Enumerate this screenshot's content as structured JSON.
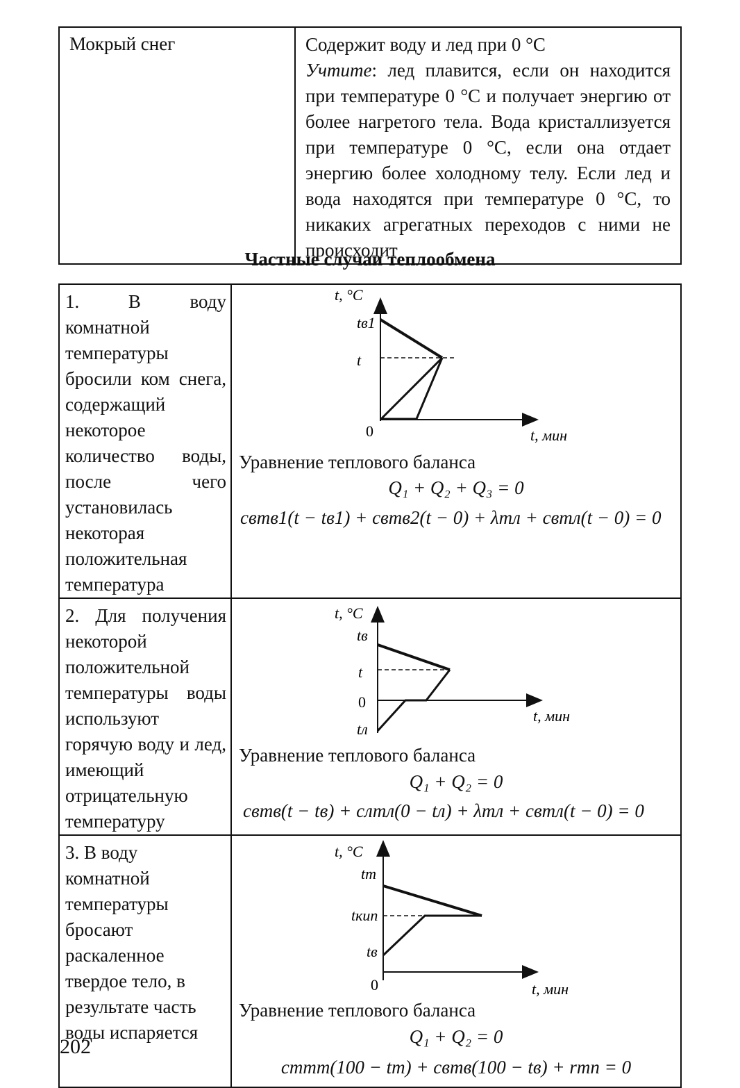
{
  "top_table": {
    "left": "Мокрый снег",
    "line1": "Содержит воду и лед при 0 °С",
    "note_label": "Учтите",
    "note_text": ": лед плавится, если он находится при температуре 0 °С и получает энергию от более нагретого тела. Вода кристаллизуется при температуре 0 °С, если она отдает энергию более холодному телу. Если лед и вода находятся при температуре 0 °С, то никаких агрегатных переходов с ними не происходит"
  },
  "section_title": "Частные случаи теплообмена",
  "cases": [
    {
      "description": "1. В воду комнатной температуры бросили ком снега, содержащий некоторое количество воды, после чего установилась некоторая положительная температура",
      "graph": {
        "y_axis_label": "t, °C",
        "x_axis_label": "t, мин",
        "origin_label": "0",
        "tick_labels": [
          "tв1",
          "t"
        ]
      },
      "balance_title": "Уравнение теплового баланса",
      "equation_short": "Q₁ + Q₂ + Q₃ = 0",
      "equation_full": "cвmв1(t − tв1) + cвmв2(t − 0) + λmл + cвmл(t − 0) = 0"
    },
    {
      "description": "2. Для получения некоторой положительной температуры воды используют горячую воду и лед, имеющий отрицательную температуру",
      "graph": {
        "y_axis_label": "t, °C",
        "x_axis_label": "t, мин",
        "origin_label": "0",
        "tick_labels": [
          "tв",
          "t",
          "tл"
        ]
      },
      "balance_title": "Уравнение теплового баланса",
      "equation_short": "Q₁ + Q₂ = 0",
      "equation_full": "cвmв(t − tв) + cлmл(0 − tл) + λmл + cвmл(t − 0) = 0"
    },
    {
      "description": "3. В воду комнатной температуры бросают раскаленное твердое тело, в результате часть воды испаряется",
      "graph": {
        "y_axis_label": "t, °C",
        "x_axis_label": "t, мин",
        "origin_label": "0",
        "tick_labels": [
          "tт",
          "tкип",
          "tв"
        ]
      },
      "balance_title": "Уравнение теплового баланса",
      "equation_short": "Q₁ + Q₂ = 0",
      "equation_full": "cтmт(100 − tт) + cвmв(100 − tв) + rmп = 0"
    }
  ],
  "page_number": "202"
}
